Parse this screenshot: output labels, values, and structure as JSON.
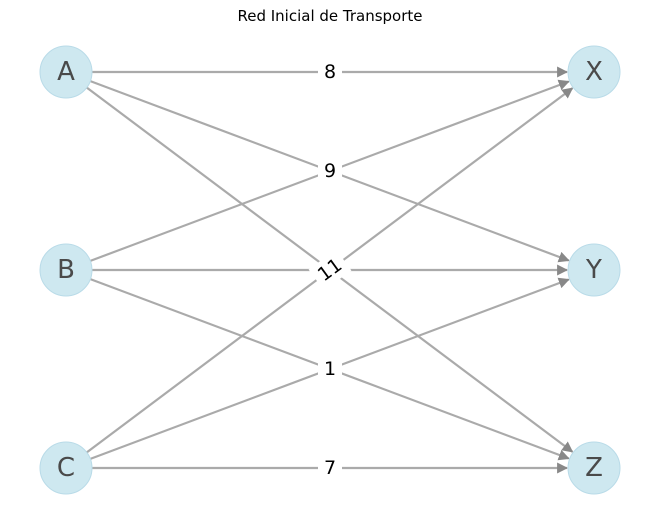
{
  "title": "Red Inicial de Transporte",
  "colors": {
    "node_fill": "#add8e6",
    "edge": "#aaaaaa",
    "arrow": "#888888"
  },
  "sources": [
    "A",
    "B",
    "C"
  ],
  "sinks": [
    "X",
    "Y",
    "Z"
  ],
  "edges": [
    {
      "from": "A",
      "to": "X"
    },
    {
      "from": "A",
      "to": "Y"
    },
    {
      "from": "A",
      "to": "Z"
    },
    {
      "from": "B",
      "to": "X"
    },
    {
      "from": "B",
      "to": "Y"
    },
    {
      "from": "B",
      "to": "Z"
    },
    {
      "from": "C",
      "to": "X"
    },
    {
      "from": "C",
      "to": "Y"
    },
    {
      "from": "C",
      "to": "Z"
    }
  ],
  "edge_labels": [
    "8",
    "9",
    "11",
    "1",
    "7"
  ]
}
